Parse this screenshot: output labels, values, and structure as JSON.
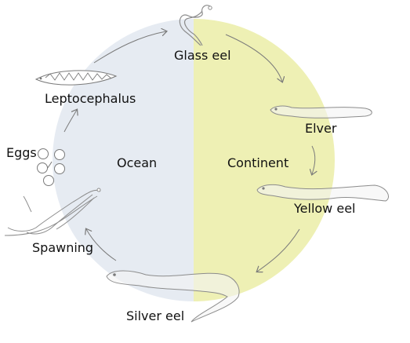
{
  "labels": {
    "glass_eel": "Glass eel",
    "elver": "Elver",
    "yellow_eel": "Yellow eel",
    "silver_eel": "Silver eel",
    "spawning": "Spawning",
    "eggs": "Eggs",
    "leptocephalus": "Leptocephalus"
  },
  "regions": {
    "ocean": "Ocean",
    "continent": "Continent"
  },
  "colors": {
    "ocean": "#e6ebf2",
    "continent": "#eef0b4",
    "stroke": "#7a7a7a"
  }
}
